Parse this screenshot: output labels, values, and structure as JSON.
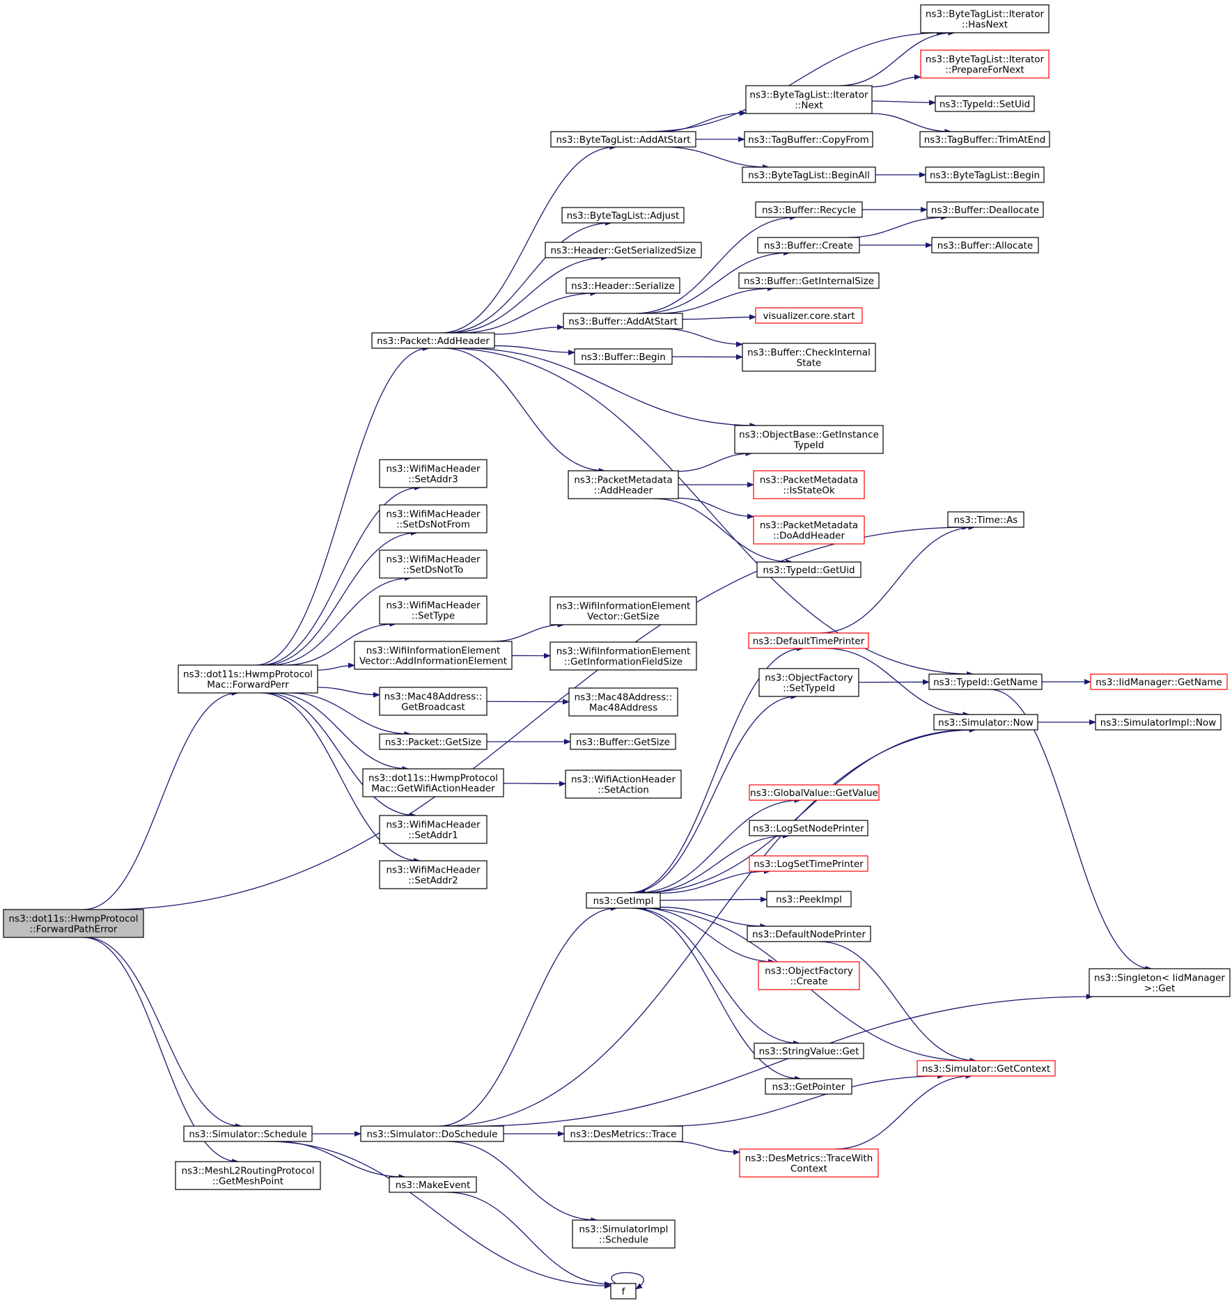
{
  "colors": {
    "edge": "#191970",
    "node_border": "#000000",
    "truncated_border": "#ff0000",
    "root_fill": "#bfbfbf"
  },
  "nodes": [
    {
      "id": "root",
      "lines": [
        "ns3::dot11s::HwmpProtocol",
        "::ForwardPathError"
      ],
      "style": "root"
    },
    {
      "id": "fwdperr",
      "lines": [
        "ns3::dot11s::HwmpProtocol",
        "Mac::ForwardPerr"
      ]
    },
    {
      "id": "schedule",
      "lines": [
        "ns3::Simulator::Schedule"
      ]
    },
    {
      "id": "getmeshpoint",
      "lines": [
        "ns3::MeshL2RoutingProtocol",
        "::GetMeshPoint"
      ]
    },
    {
      "id": "addheader",
      "lines": [
        "ns3::Packet::AddHeader"
      ]
    },
    {
      "id": "setaddr3",
      "lines": [
        "ns3::WifiMacHeader",
        "::SetAddr3"
      ]
    },
    {
      "id": "setdsnotfrom",
      "lines": [
        "ns3::WifiMacHeader",
        "::SetDsNotFrom"
      ]
    },
    {
      "id": "setdsnotto",
      "lines": [
        "ns3::WifiMacHeader",
        "::SetDsNotTo"
      ]
    },
    {
      "id": "settype",
      "lines": [
        "ns3::WifiMacHeader",
        "::SetType"
      ]
    },
    {
      "id": "addinfoel",
      "lines": [
        "ns3::WifiInformationElement",
        "Vector::AddInformationElement"
      ]
    },
    {
      "id": "getbroadcast",
      "lines": [
        "ns3::Mac48Address::",
        "GetBroadcast"
      ]
    },
    {
      "id": "pktgetsize",
      "lines": [
        "ns3::Packet::GetSize"
      ]
    },
    {
      "id": "getwifiaction",
      "lines": [
        "ns3::dot11s::HwmpProtocol",
        "Mac::GetWifiActionHeader"
      ]
    },
    {
      "id": "setaddr1",
      "lines": [
        "ns3::WifiMacHeader",
        "::SetAddr1"
      ]
    },
    {
      "id": "setaddr2",
      "lines": [
        "ns3::WifiMacHeader",
        "::SetAddr2"
      ]
    },
    {
      "id": "doschedule",
      "lines": [
        "ns3::Simulator::DoSchedule"
      ]
    },
    {
      "id": "makeevent",
      "lines": [
        "ns3::MakeEvent"
      ]
    },
    {
      "id": "f",
      "lines": [
        "f"
      ]
    },
    {
      "id": "btladdatstart",
      "lines": [
        "ns3::ByteTagList::AddAtStart"
      ]
    },
    {
      "id": "btladjust",
      "lines": [
        "ns3::ByteTagList::Adjust"
      ]
    },
    {
      "id": "hdrgetsersize",
      "lines": [
        "ns3::Header::GetSerializedSize"
      ]
    },
    {
      "id": "hdrserialize",
      "lines": [
        "ns3::Header::Serialize"
      ]
    },
    {
      "id": "bufaddatstart",
      "lines": [
        "ns3::Buffer::AddAtStart"
      ]
    },
    {
      "id": "bufbegin",
      "lines": [
        "ns3::Buffer::Begin"
      ]
    },
    {
      "id": "pmaddheader",
      "lines": [
        "ns3::PacketMetadata",
        "::AddHeader"
      ]
    },
    {
      "id": "vecgetsize",
      "lines": [
        "ns3::WifiInformationElement",
        "Vector::GetSize"
      ]
    },
    {
      "id": "getinfofieldsize",
      "lines": [
        "ns3::WifiInformationElement",
        "::GetInformationFieldSize"
      ]
    },
    {
      "id": "mac48",
      "lines": [
        "ns3::Mac48Address::",
        "Mac48Address"
      ]
    },
    {
      "id": "bufgetsize",
      "lines": [
        "ns3::Buffer::GetSize"
      ]
    },
    {
      "id": "setaction",
      "lines": [
        "ns3::WifiActionHeader",
        "::SetAction"
      ]
    },
    {
      "id": "getimpl",
      "lines": [
        "ns3::GetImpl"
      ]
    },
    {
      "id": "destrace",
      "lines": [
        "ns3::DesMetrics::Trace"
      ]
    },
    {
      "id": "simimplschedule",
      "lines": [
        "ns3::SimulatorImpl",
        "::Schedule"
      ]
    },
    {
      "id": "itnext",
      "lines": [
        "ns3::ByteTagList::Iterator",
        "::Next"
      ]
    },
    {
      "id": "tbcopyfrom",
      "lines": [
        "ns3::TagBuffer::CopyFrom"
      ]
    },
    {
      "id": "btlbeginall",
      "lines": [
        "ns3::ByteTagList::BeginAll"
      ]
    },
    {
      "id": "bufrecycle",
      "lines": [
        "ns3::Buffer::Recycle"
      ]
    },
    {
      "id": "bufcreate",
      "lines": [
        "ns3::Buffer::Create"
      ]
    },
    {
      "id": "bufgetinternalsize",
      "lines": [
        "ns3::Buffer::GetInternalSize"
      ]
    },
    {
      "id": "vizstart",
      "lines": [
        "visualizer.core.start"
      ],
      "style": "red"
    },
    {
      "id": "bufcheckstate",
      "lines": [
        "ns3::Buffer::CheckInternal",
        "State"
      ]
    },
    {
      "id": "getinstancetypeid",
      "lines": [
        "ns3::ObjectBase::GetInstance",
        "TypeId"
      ]
    },
    {
      "id": "pmisstateok",
      "lines": [
        "ns3::PacketMetadata",
        "::IsStateOk"
      ],
      "style": "red"
    },
    {
      "id": "pmdoaddheader",
      "lines": [
        "ns3::PacketMetadata",
        "::DoAddHeader"
      ],
      "style": "red"
    },
    {
      "id": "typeidgetuid",
      "lines": [
        "ns3::TypeId::GetUid"
      ]
    },
    {
      "id": "defaulttimeprinter",
      "lines": [
        "ns3::DefaultTimePrinter"
      ],
      "style": "red"
    },
    {
      "id": "ofsettypeid",
      "lines": [
        "ns3::ObjectFactory",
        "::SetTypeId"
      ]
    },
    {
      "id": "globalgetvalue",
      "lines": [
        "ns3::GlobalValue::GetValue"
      ],
      "style": "red"
    },
    {
      "id": "logsetnodeprinter",
      "lines": [
        "ns3::LogSetNodePrinter"
      ]
    },
    {
      "id": "logsettimeprinter",
      "lines": [
        "ns3::LogSetTimePrinter"
      ],
      "style": "red"
    },
    {
      "id": "peekimpl",
      "lines": [
        "ns3::PeekImpl"
      ]
    },
    {
      "id": "defaultnodeprinter",
      "lines": [
        "ns3::DefaultNodePrinter"
      ]
    },
    {
      "id": "ofcreate",
      "lines": [
        "ns3::ObjectFactory",
        "::Create"
      ],
      "style": "red"
    },
    {
      "id": "stringvalueget",
      "lines": [
        "ns3::StringValue::Get"
      ]
    },
    {
      "id": "getpointer",
      "lines": [
        "ns3::GetPointer"
      ]
    },
    {
      "id": "tracewithcontext",
      "lines": [
        "ns3::DesMetrics::TraceWith",
        "Context"
      ],
      "style": "red"
    },
    {
      "id": "ithasnext",
      "lines": [
        "ns3::ByteTagList::Iterator",
        "::HasNext"
      ]
    },
    {
      "id": "itpreparefornext",
      "lines": [
        "ns3::ByteTagList::Iterator",
        "::PrepareForNext"
      ],
      "style": "red"
    },
    {
      "id": "setuid",
      "lines": [
        "ns3::TypeId::SetUid"
      ]
    },
    {
      "id": "trimatend",
      "lines": [
        "ns3::TagBuffer::TrimAtEnd"
      ]
    },
    {
      "id": "btlbegin",
      "lines": [
        "ns3::ByteTagList::Begin"
      ]
    },
    {
      "id": "bufdeallocate",
      "lines": [
        "ns3::Buffer::Deallocate"
      ]
    },
    {
      "id": "bufallocate",
      "lines": [
        "ns3::Buffer::Allocate"
      ]
    },
    {
      "id": "timeas",
      "lines": [
        "ns3::Time::As"
      ]
    },
    {
      "id": "typeidgetname",
      "lines": [
        "ns3::TypeId::GetName"
      ]
    },
    {
      "id": "simnow",
      "lines": [
        "ns3::Simulator::Now"
      ]
    },
    {
      "id": "getcontext",
      "lines": [
        "ns3::Simulator::GetContext"
      ],
      "style": "red"
    },
    {
      "id": "iidmgrgetname",
      "lines": [
        "ns3::IidManager::GetName"
      ],
      "style": "red"
    },
    {
      "id": "simimplnow",
      "lines": [
        "ns3::SimulatorImpl::Now"
      ]
    },
    {
      "id": "singletonget",
      "lines": [
        "ns3::Singleton< IidManager",
        ">::Get"
      ]
    }
  ],
  "edges": [
    [
      "root",
      "fwdperr"
    ],
    [
      "root",
      "schedule"
    ],
    [
      "root",
      "getmeshpoint"
    ],
    [
      "root",
      "timeas"
    ],
    [
      "fwdperr",
      "addheader"
    ],
    [
      "fwdperr",
      "setaddr3"
    ],
    [
      "fwdperr",
      "setdsnotfrom"
    ],
    [
      "fwdperr",
      "setdsnotto"
    ],
    [
      "fwdperr",
      "settype"
    ],
    [
      "fwdperr",
      "addinfoel"
    ],
    [
      "fwdperr",
      "getbroadcast"
    ],
    [
      "fwdperr",
      "pktgetsize"
    ],
    [
      "fwdperr",
      "getwifiaction"
    ],
    [
      "fwdperr",
      "setaddr1"
    ],
    [
      "fwdperr",
      "setaddr2"
    ],
    [
      "addheader",
      "btladdatstart"
    ],
    [
      "addheader",
      "btladjust"
    ],
    [
      "addheader",
      "hdrgetsersize"
    ],
    [
      "addheader",
      "hdrserialize"
    ],
    [
      "addheader",
      "bufaddatstart"
    ],
    [
      "addheader",
      "bufbegin"
    ],
    [
      "addheader",
      "getinstancetypeid"
    ],
    [
      "addheader",
      "pmaddheader"
    ],
    [
      "addheader",
      "typeidgetname"
    ],
    [
      "btladdatstart",
      "ithasnext"
    ],
    [
      "btladdatstart",
      "itnext"
    ],
    [
      "btladdatstart",
      "tbcopyfrom"
    ],
    [
      "btladdatstart",
      "btlbeginall"
    ],
    [
      "itnext",
      "ithasnext"
    ],
    [
      "itnext",
      "itpreparefornext"
    ],
    [
      "itnext",
      "setuid"
    ],
    [
      "itnext",
      "trimatend"
    ],
    [
      "btlbeginall",
      "btlbegin"
    ],
    [
      "bufaddatstart",
      "bufrecycle"
    ],
    [
      "bufaddatstart",
      "bufcreate"
    ],
    [
      "bufaddatstart",
      "bufgetinternalsize"
    ],
    [
      "bufaddatstart",
      "vizstart"
    ],
    [
      "bufaddatstart",
      "bufcheckstate"
    ],
    [
      "bufrecycle",
      "bufdeallocate"
    ],
    [
      "bufcreate",
      "bufdeallocate"
    ],
    [
      "bufcreate",
      "bufallocate"
    ],
    [
      "bufbegin",
      "bufcheckstate"
    ],
    [
      "pmaddheader",
      "getinstancetypeid"
    ],
    [
      "pmaddheader",
      "pmisstateok"
    ],
    [
      "pmaddheader",
      "pmdoaddheader"
    ],
    [
      "pmaddheader",
      "typeidgetuid"
    ],
    [
      "addinfoel",
      "vecgetsize"
    ],
    [
      "addinfoel",
      "getinfofieldsize"
    ],
    [
      "getbroadcast",
      "mac48"
    ],
    [
      "pktgetsize",
      "bufgetsize"
    ],
    [
      "getwifiaction",
      "setaction"
    ],
    [
      "schedule",
      "doschedule"
    ],
    [
      "schedule",
      "makeevent"
    ],
    [
      "schedule",
      "f"
    ],
    [
      "doschedule",
      "getimpl"
    ],
    [
      "doschedule",
      "destrace"
    ],
    [
      "doschedule",
      "simimplschedule"
    ],
    [
      "doschedule",
      "simnow"
    ],
    [
      "doschedule",
      "singletonget"
    ],
    [
      "makeevent",
      "f"
    ],
    [
      "f",
      "f"
    ],
    [
      "destrace",
      "getcontext"
    ],
    [
      "destrace",
      "tracewithcontext"
    ],
    [
      "tracewithcontext",
      "getcontext"
    ],
    [
      "getimpl",
      "defaulttimeprinter"
    ],
    [
      "getimpl",
      "ofsettypeid"
    ],
    [
      "getimpl",
      "globalgetvalue"
    ],
    [
      "getimpl",
      "logsetnodeprinter"
    ],
    [
      "getimpl",
      "logsettimeprinter"
    ],
    [
      "getimpl",
      "peekimpl"
    ],
    [
      "getimpl",
      "defaultnodeprinter"
    ],
    [
      "getimpl",
      "ofcreate"
    ],
    [
      "getimpl",
      "stringvalueget"
    ],
    [
      "getimpl",
      "getpointer"
    ],
    [
      "simnow",
      "getimpl"
    ],
    [
      "getcontext",
      "getimpl"
    ],
    [
      "defaulttimeprinter",
      "timeas"
    ],
    [
      "defaulttimeprinter",
      "simnow"
    ],
    [
      "defaultnodeprinter",
      "getcontext"
    ],
    [
      "ofsettypeid",
      "typeidgetname"
    ],
    [
      "typeidgetname",
      "iidmgrgetname"
    ],
    [
      "typeidgetname",
      "singletonget"
    ],
    [
      "simnow",
      "simimplnow"
    ]
  ]
}
